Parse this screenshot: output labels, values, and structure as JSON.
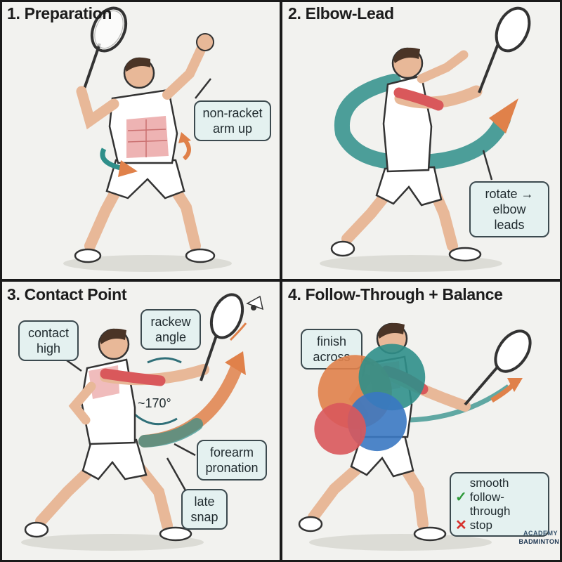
{
  "panels": [
    {
      "title": "1. Preparation",
      "callouts": [
        "non-racket\narm up"
      ]
    },
    {
      "title": "2. Elbow-Lead",
      "callouts": [
        "rotate →\nelbow leads"
      ]
    },
    {
      "title": "3. Contact Point",
      "callouts": [
        "contact\nhigh",
        "rackew\nangle",
        "~170°",
        "forearm\npronation",
        "late\nsnap"
      ]
    },
    {
      "title": "4. Follow-Through + Balance",
      "callouts": [
        "finish\nacross"
      ]
    }
  ],
  "checklist": {
    "good_label": "smooth follow-through",
    "bad_label": "stop",
    "good_icon": "check-icon",
    "bad_icon": "cross-icon"
  },
  "logo": {
    "line1": "ACADEMY",
    "line2": "BADMINTON"
  },
  "colors": {
    "arrow_teal": "#2f8f8a",
    "arrow_orange": "#e0814a",
    "callout_fill": "#e4f1f0",
    "muscle_red": "#d9585b",
    "skin": "#e8b898",
    "shirt": "#ffffff",
    "divider": "#1a1a1a"
  }
}
